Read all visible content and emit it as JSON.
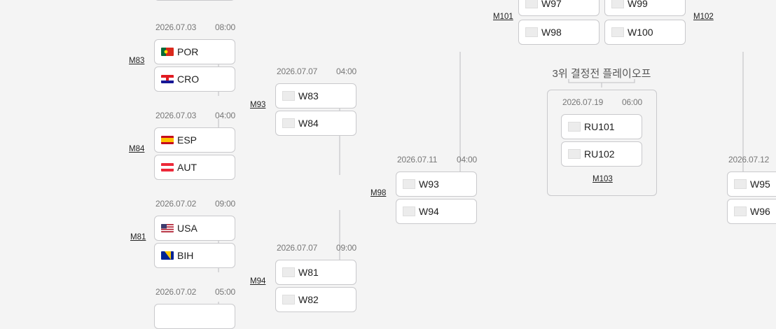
{
  "matches": {
    "m83": {
      "label": "M83",
      "date": "2026.07.03",
      "time": "08:00",
      "teams": [
        {
          "code": "POR",
          "flag": "por"
        },
        {
          "code": "CRO",
          "flag": "cro"
        }
      ]
    },
    "m84": {
      "label": "M84",
      "date": "2026.07.03",
      "time": "04:00",
      "teams": [
        {
          "code": "ESP",
          "flag": "esp"
        },
        {
          "code": "AUT",
          "flag": "aut"
        }
      ]
    },
    "m81": {
      "label": "M81",
      "date": "2026.07.02",
      "time": "09:00",
      "teams": [
        {
          "code": "USA",
          "flag": "usa"
        },
        {
          "code": "BIH",
          "flag": "bih"
        }
      ]
    },
    "m82": {
      "date": "2026.07.02",
      "time": "05:00"
    },
    "m93": {
      "label": "M93",
      "date": "2026.07.07",
      "time": "04:00",
      "teams": [
        "W83",
        "W84"
      ]
    },
    "m94": {
      "label": "M94",
      "date": "2026.07.07",
      "time": "09:00",
      "teams": [
        "W81",
        "W82"
      ]
    },
    "m98": {
      "label": "M98",
      "date": "2026.07.11",
      "time": "04:00",
      "teams": [
        "W93",
        "W94"
      ]
    },
    "m101": {
      "label": "M101",
      "teams": [
        "W97",
        "W98"
      ]
    },
    "m102": {
      "label": "M102",
      "teams": [
        "W99",
        "W100"
      ]
    },
    "m103": {
      "label": "M103",
      "date": "2026.07.19",
      "time": "06:00",
      "teams": [
        "RU101",
        "RU102"
      ]
    },
    "right": {
      "date": "2026.07.12",
      "teams": [
        "W95",
        "W96"
      ]
    }
  },
  "third_place_title": "3위 결정전 플레이오프",
  "colors": {
    "background": "#f4f4f4",
    "card_border": "#c9c9cc",
    "connector": "#c9c9cc",
    "muted_text": "#777777"
  }
}
